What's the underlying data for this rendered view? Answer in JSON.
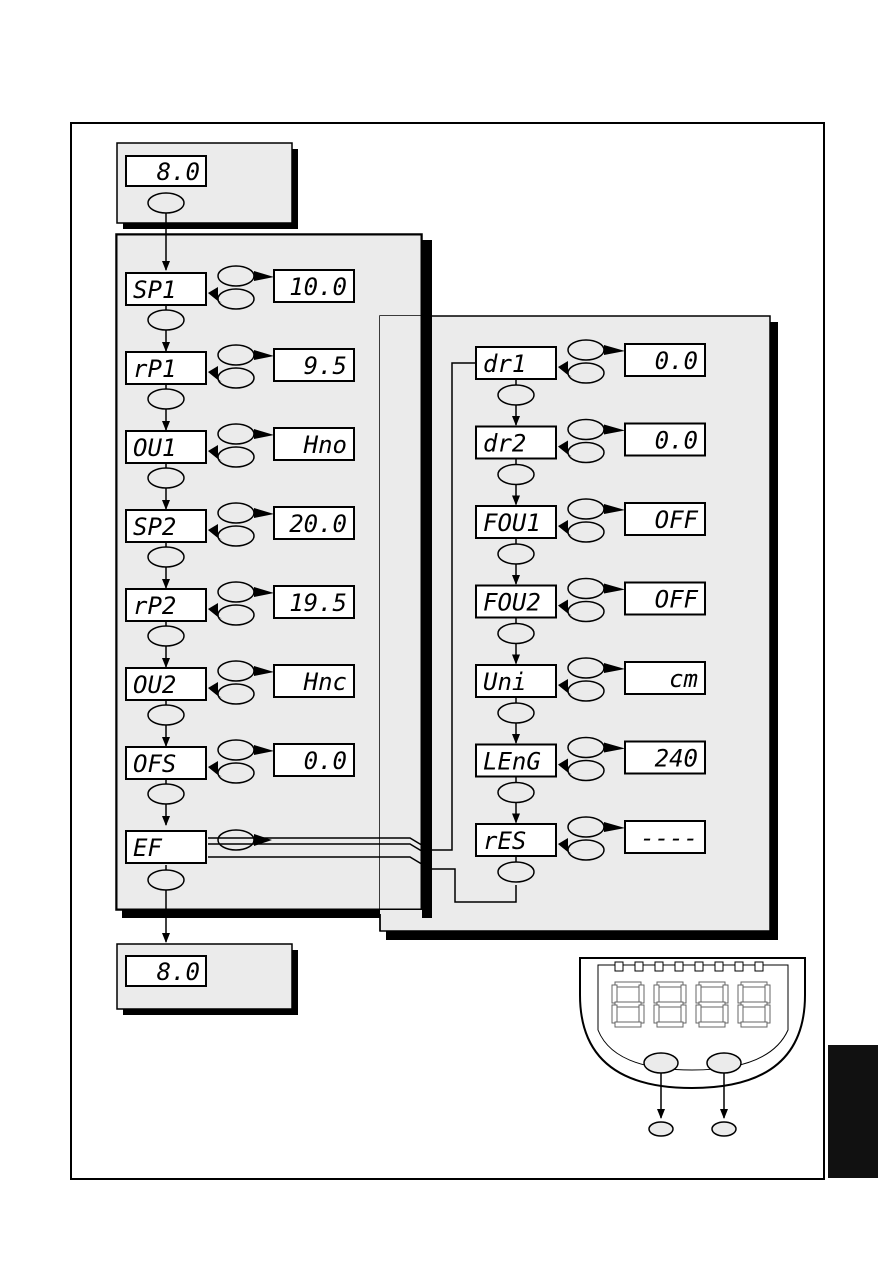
{
  "start_display": "8.0",
  "end_display": "8.0",
  "main_menu": [
    {
      "param": "SP1",
      "value": "10.0"
    },
    {
      "param": "rP1",
      "value": "9.5"
    },
    {
      "param": "OU1",
      "value": "Hno"
    },
    {
      "param": "SP2",
      "value": "20.0"
    },
    {
      "param": "rP2",
      "value": "19.5"
    },
    {
      "param": "OU2",
      "value": "Hnc"
    },
    {
      "param": "OFS",
      "value": "0.0"
    }
  ],
  "ef_label": "EF",
  "ef_menu": [
    {
      "param": "dr1",
      "value": "0.0"
    },
    {
      "param": "dr2",
      "value": "0.0"
    },
    {
      "param": "FOU1",
      "value": "OFF"
    },
    {
      "param": "FOU2",
      "value": "OFF"
    },
    {
      "param": "Uni",
      "value": "cm"
    },
    {
      "param": "LEnG",
      "value": "240"
    },
    {
      "param": "rES",
      "value": "----"
    }
  ],
  "colors": {
    "panel": "#ebebeb",
    "shadow": "#000000",
    "line": "#000000"
  }
}
